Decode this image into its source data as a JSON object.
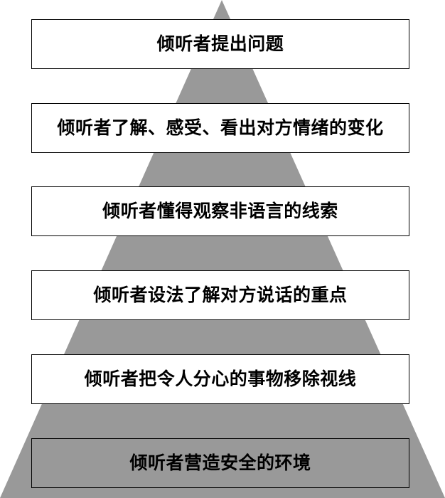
{
  "diagram": {
    "type": "pyramid",
    "colors": {
      "pyramid_fill": "#999999",
      "box_fill": "#ffffff",
      "base_box_fill": "#999999",
      "border": "#000000",
      "text": "#000000"
    },
    "levels": [
      {
        "label": "倾听者提出问题"
      },
      {
        "label": "倾听者了解、感受、看出对方情绪的变化"
      },
      {
        "label": "倾听者懂得观察非语言的线索"
      },
      {
        "label": "倾听者设法了解对方说话的重点"
      },
      {
        "label": "倾听者把令人分心的事物移除视线"
      },
      {
        "label": "倾听者营造安全的环境"
      }
    ]
  }
}
